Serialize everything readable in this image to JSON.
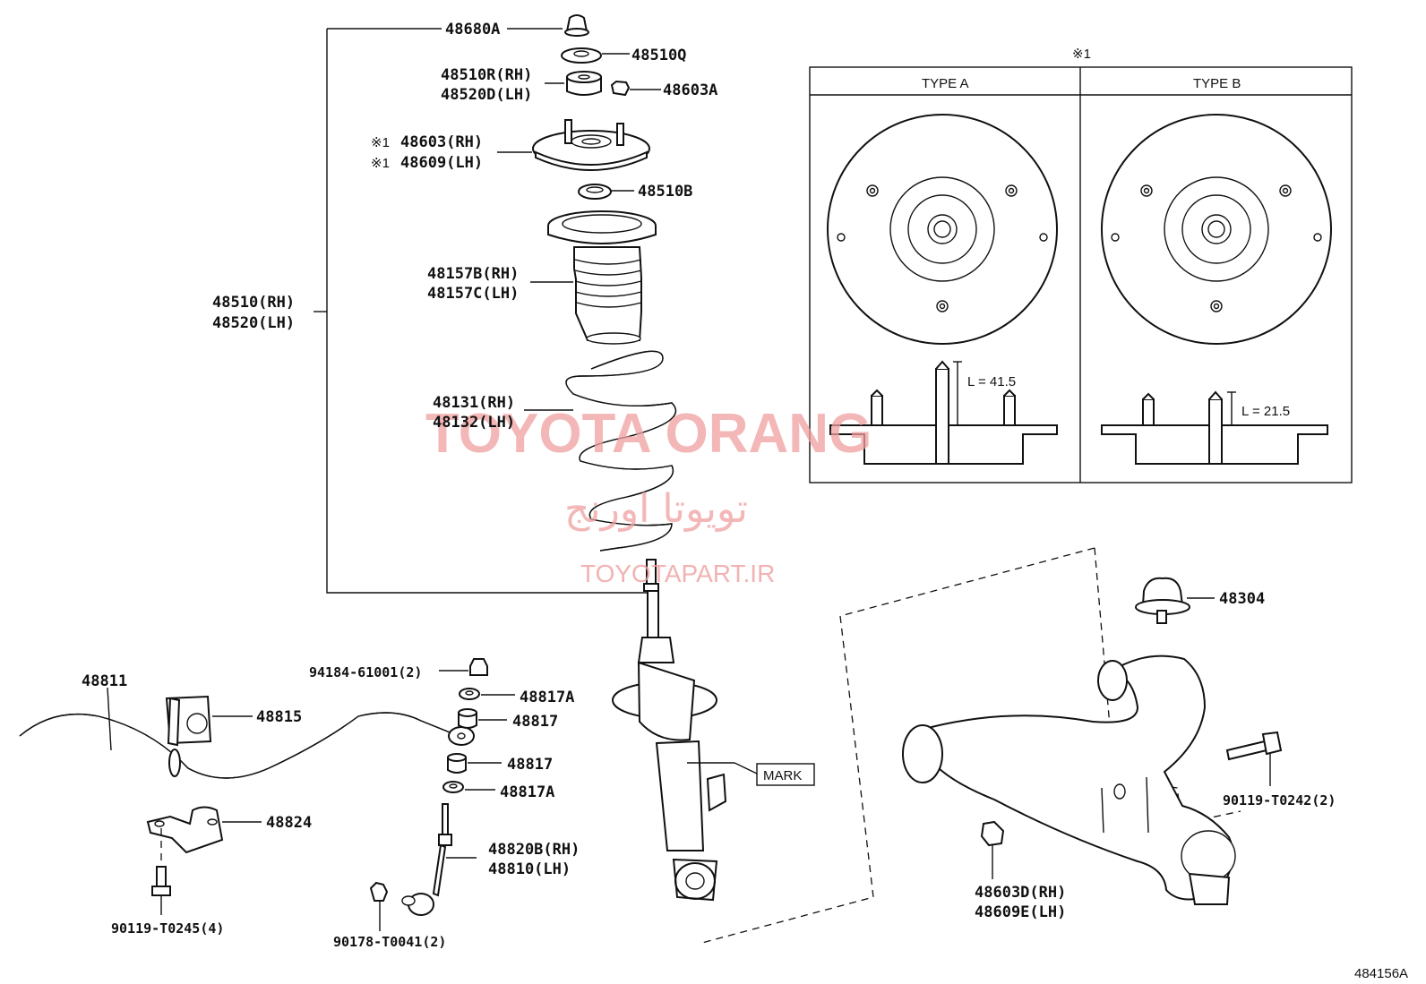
{
  "labels": {
    "p48680A": "48680A",
    "p48510Q": "48510Q",
    "p48510R": "48510R(RH)",
    "p48520D": "48520D(LH)",
    "p48603A": "48603A",
    "p48603": "48603(RH)",
    "p48609": "48609(LH)",
    "note_mark1": "※1",
    "note_mark2": "※1",
    "p48510B": "48510B",
    "p48157B": "48157B(RH)",
    "p48157C": "48157C(LH)",
    "p48510": "48510(RH)",
    "p48520": "48520(LH)",
    "p48131": "48131(RH)",
    "p48132": "48132(LH)",
    "p94184": "94184-61001(2)",
    "p48817A_1": "48817A",
    "p48817_1": "48817",
    "p48817_2": "48817",
    "p48817A_2": "48817A",
    "p48811": "48811",
    "p48815": "48815",
    "p48824": "48824",
    "p90119_T0245": "90119-T0245(4)",
    "p48820B": "48820B(RH)",
    "p48810": "48810(LH)",
    "p90178": "90178-T0041(2)",
    "p48304": "48304",
    "p90119_T0242": "90119-T0242(2)",
    "p48603D": "48603D(RH)",
    "p48609E": "48609E(LH)",
    "mark": "MARK",
    "diagram_id": "484156A"
  },
  "inset": {
    "ref": "※1",
    "type_a": "TYPE A",
    "type_b": "TYPE B",
    "len_a": "L = 41.5",
    "len_b": "L = 21.5"
  },
  "watermark": {
    "brand": "TOYOTA ORANG",
    "arabic": "تويوتا اورنج",
    "url": "TOYOTAPART.IR"
  }
}
